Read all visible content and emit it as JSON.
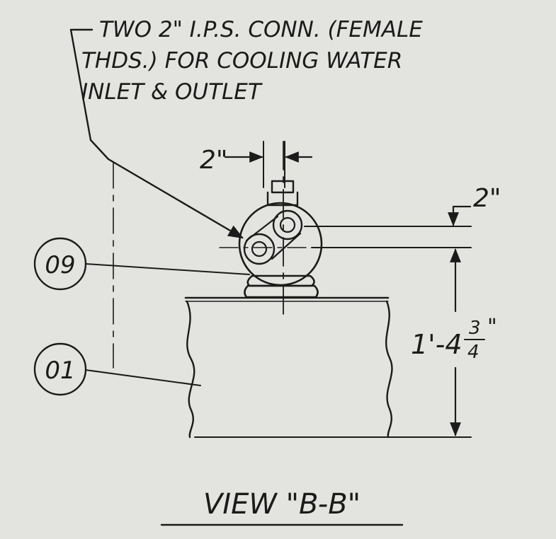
{
  "note": {
    "line1": "TWO 2\" I.P.S. CONN. (FEMALE",
    "line2": "THDS.) FOR COOLING WATER",
    "line3": "INLET & OUTLET"
  },
  "dimensions": {
    "width_top": "2\"",
    "offset_right": "2\"",
    "height_whole": "1'-4",
    "height_num": "3",
    "height_den": "4",
    "height_inch": "\""
  },
  "callouts": {
    "top_part": "09",
    "bottom_part": "01"
  },
  "view_title": "VIEW \"B-B\"",
  "colors": {
    "paper": "#e3e4df",
    "ink": "#1b1b1b"
  }
}
